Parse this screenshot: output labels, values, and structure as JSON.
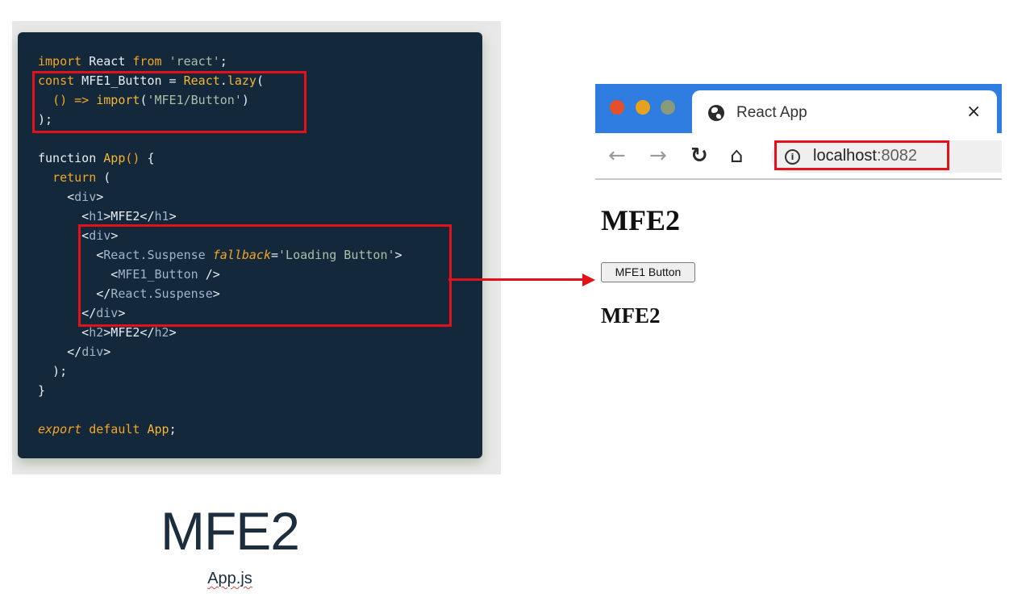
{
  "code": {
    "lines": [
      [
        {
          "t": "import",
          "c": "kw"
        },
        {
          "t": " React ",
          "c": "plain"
        },
        {
          "t": "from",
          "c": "kw"
        },
        {
          "t": " ",
          "c": "plain"
        },
        {
          "t": "'react'",
          "c": "str"
        },
        {
          "t": ";",
          "c": "plain"
        }
      ],
      [
        {
          "t": "const",
          "c": "kw"
        },
        {
          "t": " MFE1_Button = ",
          "c": "plain"
        },
        {
          "t": "React",
          "c": "fn"
        },
        {
          "t": ".",
          "c": "plain"
        },
        {
          "t": "lazy",
          "c": "fn"
        },
        {
          "t": "(",
          "c": "plain"
        }
      ],
      [
        {
          "t": "  ",
          "c": "plain"
        },
        {
          "t": "() =>",
          "c": "kw"
        },
        {
          "t": " ",
          "c": "plain"
        },
        {
          "t": "import",
          "c": "fn"
        },
        {
          "t": "(",
          "c": "plain"
        },
        {
          "t": "'MFE1/Button'",
          "c": "str"
        },
        {
          "t": ")",
          "c": "plain"
        }
      ],
      [
        {
          "t": ");",
          "c": "plain"
        }
      ],
      [],
      [
        {
          "t": "function ",
          "c": "plain"
        },
        {
          "t": "App",
          "c": "fn"
        },
        {
          "t": "()",
          "c": "kw"
        },
        {
          "t": " {",
          "c": "plain"
        }
      ],
      [
        {
          "t": "  ",
          "c": "plain"
        },
        {
          "t": "return",
          "c": "kw"
        },
        {
          "t": " (",
          "c": "plain"
        }
      ],
      [
        {
          "t": "    <",
          "c": "plain"
        },
        {
          "t": "div",
          "c": "tag"
        },
        {
          "t": ">",
          "c": "plain"
        }
      ],
      [
        {
          "t": "      <",
          "c": "plain"
        },
        {
          "t": "h1",
          "c": "tag"
        },
        {
          "t": ">MFE2</",
          "c": "plain"
        },
        {
          "t": "h1",
          "c": "tag"
        },
        {
          "t": ">",
          "c": "plain"
        }
      ],
      [
        {
          "t": "      <",
          "c": "plain"
        },
        {
          "t": "div",
          "c": "tag"
        },
        {
          "t": ">",
          "c": "plain"
        }
      ],
      [
        {
          "t": "        <",
          "c": "plain"
        },
        {
          "t": "React.Suspense",
          "c": "tag"
        },
        {
          "t": " ",
          "c": "plain"
        },
        {
          "t": "fallback",
          "c": "em"
        },
        {
          "t": "=",
          "c": "plain"
        },
        {
          "t": "'Loading Button'",
          "c": "str"
        },
        {
          "t": ">",
          "c": "plain"
        }
      ],
      [
        {
          "t": "          <",
          "c": "plain"
        },
        {
          "t": "MFE1_Button",
          "c": "tag"
        },
        {
          "t": " />",
          "c": "plain"
        }
      ],
      [
        {
          "t": "        </",
          "c": "plain"
        },
        {
          "t": "React.Suspense",
          "c": "tag"
        },
        {
          "t": ">",
          "c": "plain"
        }
      ],
      [
        {
          "t": "      </",
          "c": "plain"
        },
        {
          "t": "div",
          "c": "tag"
        },
        {
          "t": ">",
          "c": "plain"
        }
      ],
      [
        {
          "t": "      <",
          "c": "plain"
        },
        {
          "t": "h2",
          "c": "tag"
        },
        {
          "t": ">MFE2</",
          "c": "plain"
        },
        {
          "t": "h2",
          "c": "tag"
        },
        {
          "t": ">",
          "c": "plain"
        }
      ],
      [
        {
          "t": "    </",
          "c": "plain"
        },
        {
          "t": "div",
          "c": "tag"
        },
        {
          "t": ">",
          "c": "plain"
        }
      ],
      [
        {
          "t": "  );",
          "c": "plain"
        }
      ],
      [
        {
          "t": "}",
          "c": "plain"
        }
      ],
      [],
      [
        {
          "t": "export",
          "c": "em"
        },
        {
          "t": " ",
          "c": "plain"
        },
        {
          "t": "default",
          "c": "kw"
        },
        {
          "t": " ",
          "c": "plain"
        },
        {
          "t": "App",
          "c": "fn"
        },
        {
          "t": ";",
          "c": "plain"
        }
      ]
    ]
  },
  "caption": {
    "title": "MFE2",
    "file": "App.js"
  },
  "browser": {
    "tab_title": "React App",
    "tab_close": "×",
    "nav": {
      "back": "←",
      "forward": "→",
      "reload": "↻",
      "home": "⌂"
    },
    "info_icon": "i",
    "url_host": "localhost",
    "url_port": ":8082",
    "page": {
      "h1": "MFE2",
      "button_label": "MFE1 Button",
      "h2": "MFE2"
    }
  },
  "colors": {
    "accent_red": "#e3121a",
    "code_bg": "#14283c",
    "browser_chrome": "#2f7de1"
  }
}
